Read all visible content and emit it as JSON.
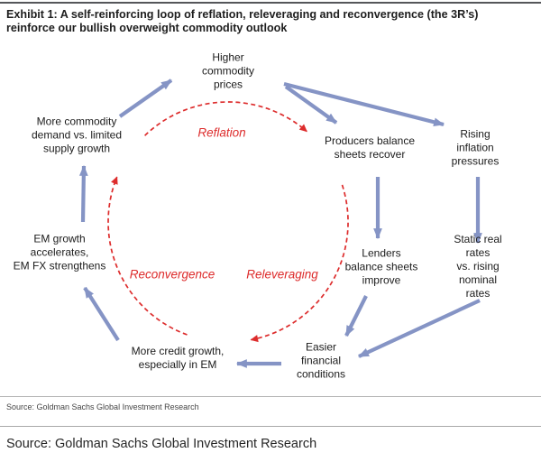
{
  "exhibit": {
    "title": "Exhibit 1: A self-reinforcing loop of reflation, releveraging and reconvergence (the 3R’s) reinforce our bullish overweight commodity outlook"
  },
  "diagram": {
    "nodes": {
      "higher": {
        "text": "Higher\ncommodity\nprices"
      },
      "producers": {
        "text": "Producers balance\nsheets recover"
      },
      "rising": {
        "text": "Rising inflation\npressures"
      },
      "lenders": {
        "text": "Lenders\nbalance sheets\nimprove"
      },
      "static_rates": {
        "text": "Static real rates\nvs. rising nominal\nrates"
      },
      "easier": {
        "text": "Easier\nfinancial\nconditions"
      },
      "credit": {
        "text": "More credit growth,\nespecially in EM"
      },
      "em": {
        "text": "EM growth\naccelerates,\nEM FX strengthens"
      },
      "demand": {
        "text": "More commodity\ndemand vs. limited\nsupply growth"
      }
    },
    "loop": {
      "reflation": {
        "text": "Reflation"
      },
      "reconvergence": {
        "text": "Reconvergence"
      },
      "releveraging": {
        "text": "Releveraging"
      }
    },
    "edges": [
      {
        "from": "demand",
        "to": "higher"
      },
      {
        "from": "higher",
        "to": "producers"
      },
      {
        "from": "higher",
        "to": "rising"
      },
      {
        "from": "producers",
        "to": "lenders"
      },
      {
        "from": "rising",
        "to": "static_rates"
      },
      {
        "from": "lenders",
        "to": "easier"
      },
      {
        "from": "static_rates",
        "to": "easier"
      },
      {
        "from": "easier",
        "to": "credit"
      },
      {
        "from": "credit",
        "to": "em"
      },
      {
        "from": "em",
        "to": "demand"
      }
    ],
    "colors": {
      "arrow_blue": "#8594c5",
      "loop_red": "#dd2c2c"
    }
  },
  "footer": {
    "source_note": "Source: Goldman Sachs Global Investment Research",
    "caption_source": "Source: Goldman Sachs Global Investment Research"
  }
}
